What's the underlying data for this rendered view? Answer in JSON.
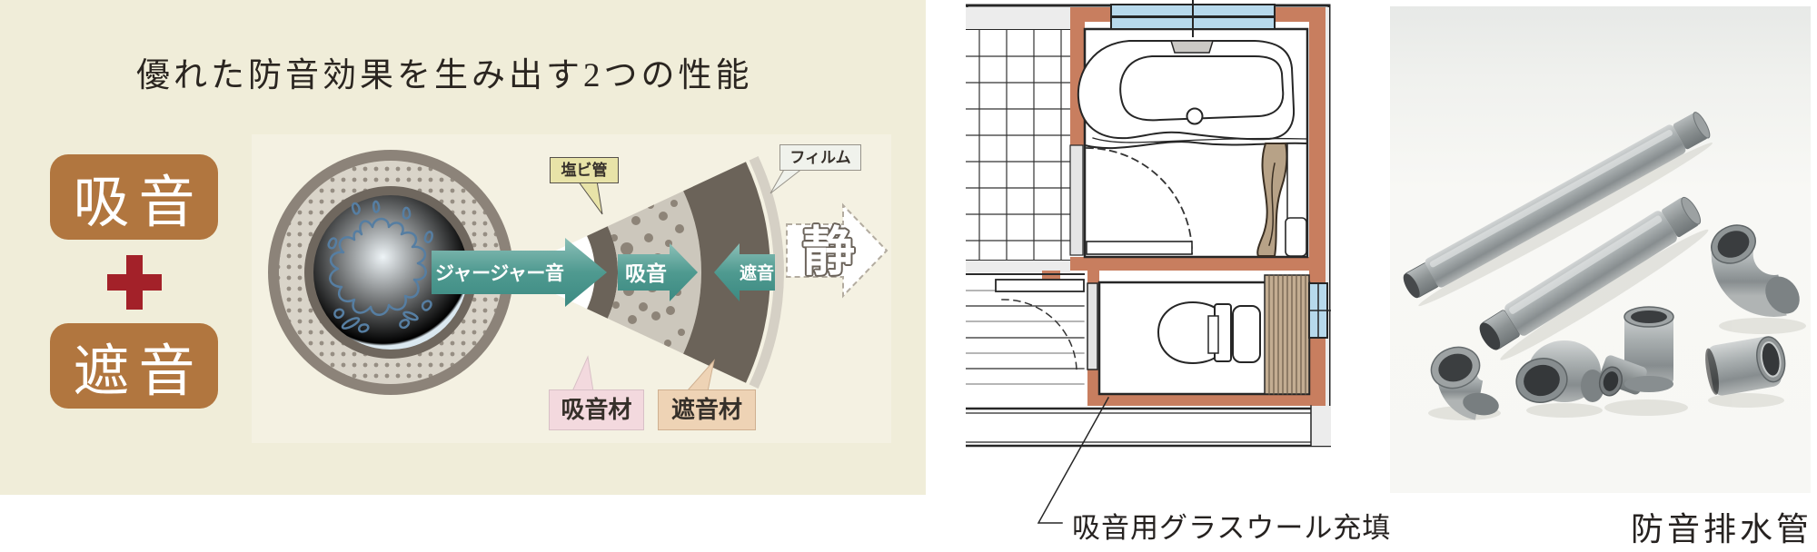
{
  "diagram_panel": {
    "title": "優れた防音効果を生み出す2つの性能",
    "badges": {
      "absorb": "吸音",
      "insulate": "遮音"
    },
    "flow": {
      "noise_arrow": "ジャージャー音",
      "absorb_arrow": "吸音",
      "insulate_arrow": "遮音",
      "quiet_arrow": "静"
    },
    "layer_labels": {
      "pvc_pipe": "塩ビ管",
      "film": "フィルム",
      "absorbing_material": "吸音材",
      "insulating_material": "遮音材"
    },
    "colors": {
      "panel_bg": "#f0edd9",
      "inner_bg": "#f4f1e2",
      "badge_brown": "#b1763f",
      "plus_red": "#a32129",
      "arrow_teal": "#4f9a90",
      "layer_dark": "#6b6359",
      "layer_speckle_bg": "#ccc7bc",
      "pvc_label_bg": "#e8e3a8",
      "film_label_bg": "#f0f2ec",
      "absorb_label_bg": "#f3d9de",
      "insulate_label_bg": "#eed3b5",
      "water_blue": "#567ea2"
    }
  },
  "floorplan_panel": {
    "caption": "吸音用グラスウール充填",
    "colors": {
      "insulation_wall": "#c87e5f",
      "window_blue": "#b7d9ec",
      "wood_slats": "#c3ad92",
      "wall_gray": "#ececec",
      "line": "#262626"
    }
  },
  "photo_panel": {
    "caption": "防音排水管",
    "colors": {
      "pipe_gray": "#9aa0a2",
      "photo_bg": "#f7f7f4"
    }
  }
}
